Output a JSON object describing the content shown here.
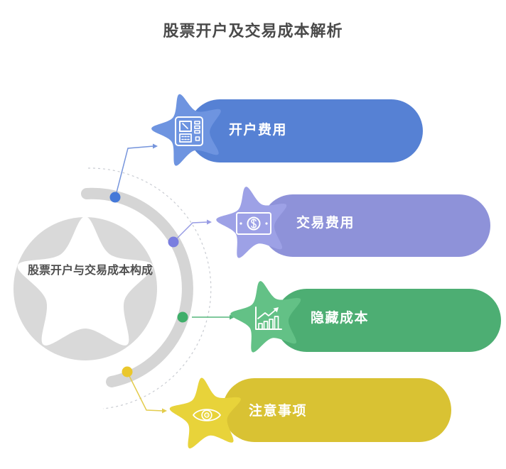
{
  "title": "股票开户及交易成本解析",
  "center": {
    "label": "股票开户与交易成本构成"
  },
  "palette": {
    "circle_gray": "#D9D9D9",
    "arc_gray": "#D5D5D5",
    "dash_gray": "#C9CCD2",
    "title_color": "#4A4A4A",
    "center_text_color": "#4F4F4F",
    "pill_text_color": "#FFFFFF"
  },
  "branches": [
    {
      "label": "开户费用",
      "icon": "atm-machine-icon",
      "pill_color": "#5681D4",
      "star_color": "#6E94E0",
      "dot_color": "#4478D8",
      "line_color": "#7695DC"
    },
    {
      "label": "交易费用",
      "icon": "banknote-icon",
      "pill_color": "#8E92D9",
      "star_color": "#9DA1E6",
      "dot_color": "#7A7EDF",
      "line_color": "#989CE4"
    },
    {
      "label": "隐藏成本",
      "icon": "bar-chart-rising-icon",
      "pill_color": "#4DAE73",
      "star_color": "#63C186",
      "dot_color": "#3FAE6A",
      "line_color": "#55B57B"
    },
    {
      "label": "注意事项",
      "icon": "eye-icon",
      "pill_color": "#D9C233",
      "star_color": "#E8D33A",
      "dot_color": "#EAC72C",
      "line_color": "#E3CC4D"
    }
  ]
}
